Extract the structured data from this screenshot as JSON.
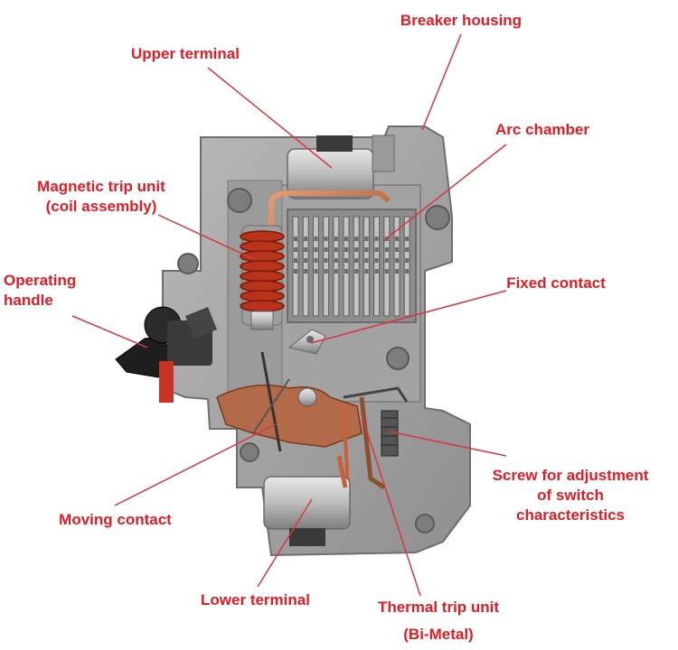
{
  "diagram": {
    "labels": {
      "breaker_housing": "Breaker housing",
      "upper_terminal": "Upper terminal",
      "arc_chamber": "Arc chamber",
      "magnetic_trip_line1": "Magnetic trip unit",
      "magnetic_trip_line2": "(coil assembly)",
      "operating_handle_line1": "Operating",
      "operating_handle_line2": "handle",
      "fixed_contact": "Fixed contact",
      "screw_line1": "Screw for adjustment",
      "screw_line2": "of switch",
      "screw_line3": "characteristics",
      "moving_contact": "Moving contact",
      "lower_terminal": "Lower terminal",
      "thermal_line1": "Thermal trip unit",
      "thermal_line2": "(Bi-Metal)"
    },
    "colors": {
      "label": "#e31b23",
      "leader": "#d9363e",
      "housing": "#a8a8a8",
      "housing_dark": "#8a8a8a",
      "copper": "#c8603a",
      "coil": "#b8331a",
      "metal": "#c9c9c9"
    }
  }
}
